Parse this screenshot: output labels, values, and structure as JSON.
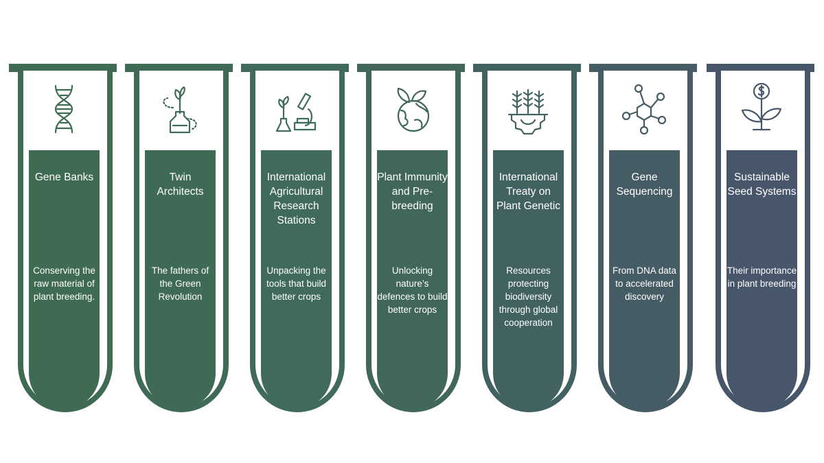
{
  "tubes": [
    {
      "title": "Gene Banks",
      "description": "Conserving the raw material of plant breeding.",
      "icon": "dna-icon",
      "color": "#3f6b53"
    },
    {
      "title": "Twin Architects",
      "description": "The fathers of the Green Revolution",
      "icon": "plant-flask-icon",
      "color": "#3f6a56"
    },
    {
      "title": "International Agricultural Research Stations",
      "description": "Unpacking the tools that build better crops",
      "icon": "microscope-icon",
      "color": "#406a5a"
    },
    {
      "title": "Plant Immunity and Pre-breeding",
      "description": "Unlocking nature’s defences to build better crops",
      "icon": "earth-leaves-icon",
      "color": "#41675d"
    },
    {
      "title": "International Treaty on Plant Genetic",
      "description": "Resources protecting biodiversity through global cooperation",
      "icon": "crops-gear-icon",
      "color": "#426261"
    },
    {
      "title": "Gene Sequencing",
      "description": "From DNA data to accelerated discovery",
      "icon": "molecule-icon",
      "color": "#455c65"
    },
    {
      "title": "Sustainable Seed Systems",
      "description": "Their importance in plant breeding",
      "icon": "money-plant-icon",
      "color": "#47566a"
    }
  ]
}
